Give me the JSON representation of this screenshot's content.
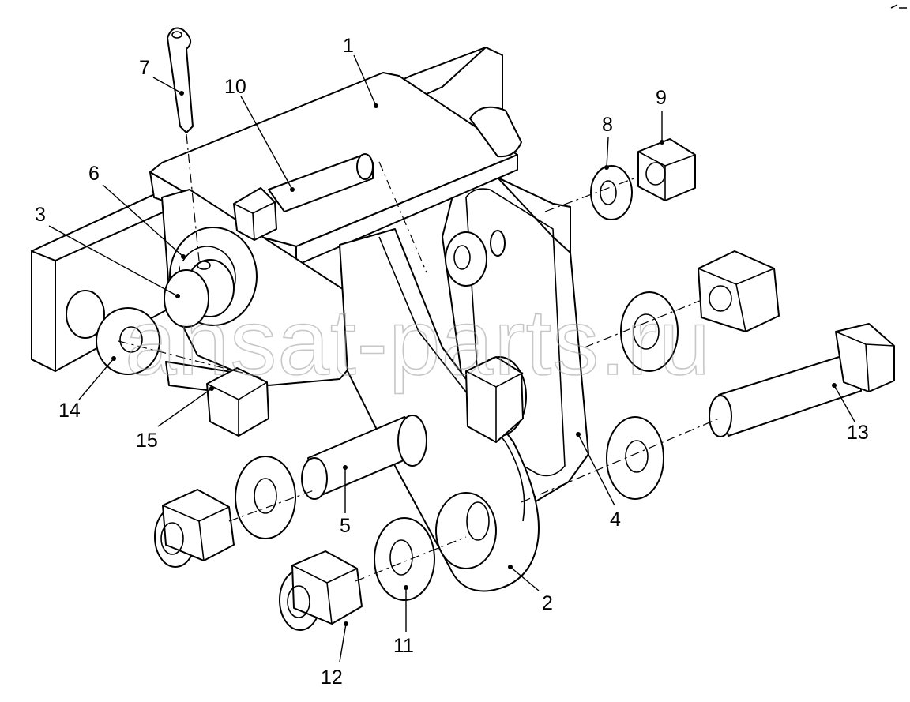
{
  "diagram": {
    "callouts": [
      {
        "id": "1",
        "label": "1"
      },
      {
        "id": "2",
        "label": "2"
      },
      {
        "id": "3",
        "label": "3"
      },
      {
        "id": "4",
        "label": "4"
      },
      {
        "id": "5",
        "label": "5"
      },
      {
        "id": "6",
        "label": "6"
      },
      {
        "id": "7",
        "label": "7"
      },
      {
        "id": "8",
        "label": "8"
      },
      {
        "id": "9",
        "label": "9"
      },
      {
        "id": "10",
        "label": "10"
      },
      {
        "id": "11",
        "label": "11"
      },
      {
        "id": "12",
        "label": "12"
      },
      {
        "id": "13",
        "label": "13"
      },
      {
        "id": "14",
        "label": "14"
      },
      {
        "id": "15",
        "label": "15"
      }
    ],
    "watermark": "ansat-parts.ru",
    "colors": {
      "line": "#000000",
      "background": "#ffffff",
      "watermark": "#9a9a9a"
    }
  }
}
